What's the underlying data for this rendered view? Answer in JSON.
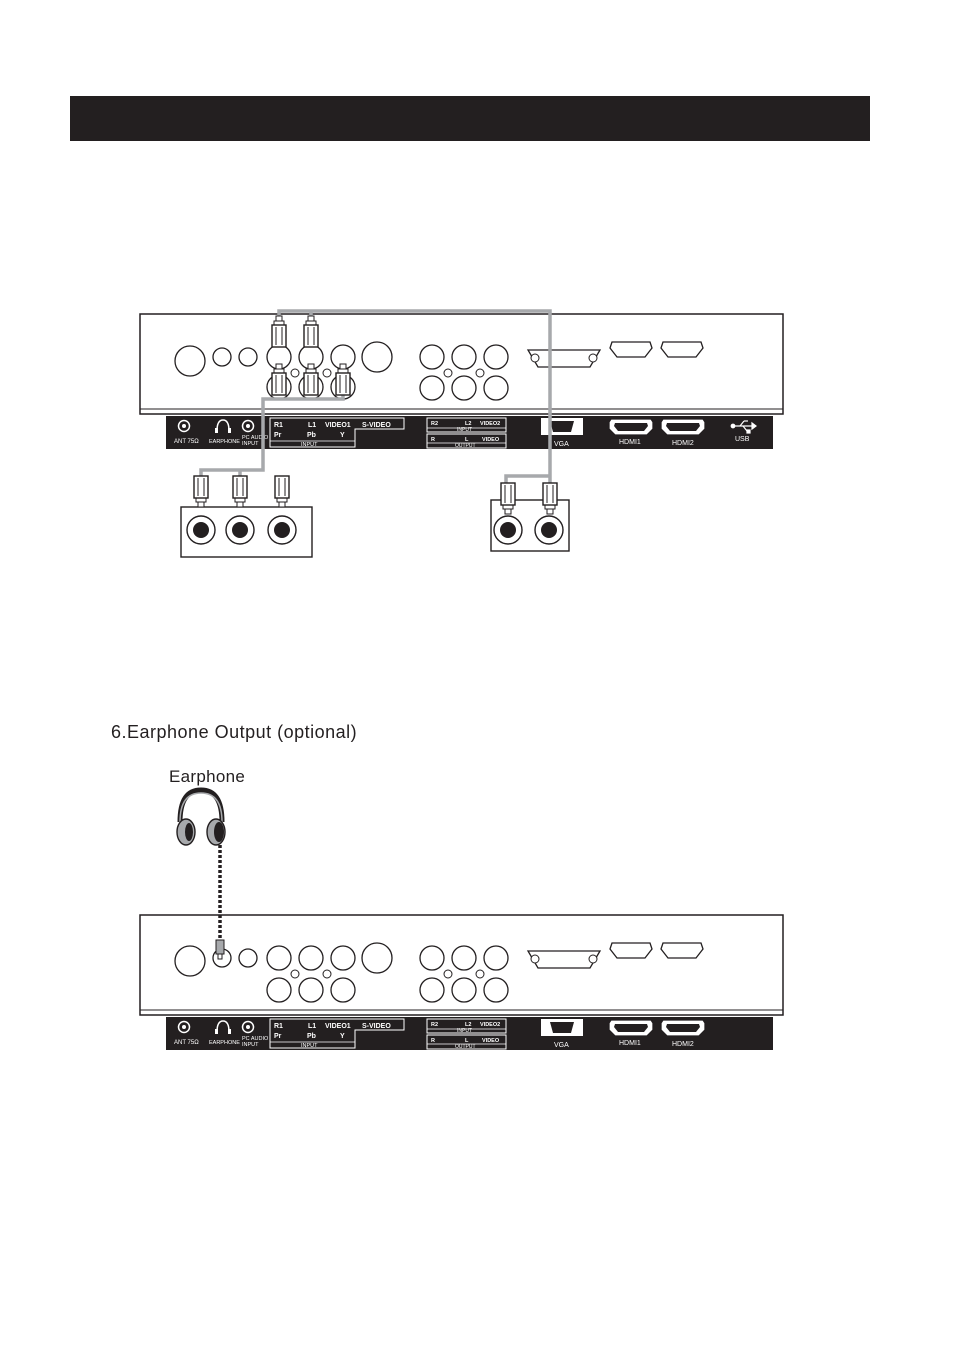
{
  "section": {
    "title": "6.Earphone Output (optional)",
    "earphone_label": "Earphone"
  },
  "panel": {
    "ant": "ANT 75Ω",
    "earphone": "EARPHONE",
    "pc_audio_1": "PC AUDIO",
    "pc_audio_2": "INPUT",
    "r1": "R1",
    "l1": "L1",
    "video1": "VIDEO1",
    "svideo": "S-VIDEO",
    "pr": "Pr",
    "pb": "Pb",
    "y": "Y",
    "input": "INPUT",
    "r2": "R2",
    "l2": "L2",
    "video2": "VIDEO2",
    "input2": "INPUT",
    "r": "R",
    "l": "L",
    "video": "VIDEO",
    "output": "OUTPUT",
    "vga": "VGA",
    "hdmi1": "HDMI1",
    "hdmi2": "HDMI2",
    "usb": "USB"
  },
  "colors": {
    "ink": "#231f20",
    "cable": "#a7a9ac"
  },
  "icons": [
    "headphone-icon",
    "usb-icon",
    "rca-plug-icon",
    "earphone-plug-icon"
  ]
}
